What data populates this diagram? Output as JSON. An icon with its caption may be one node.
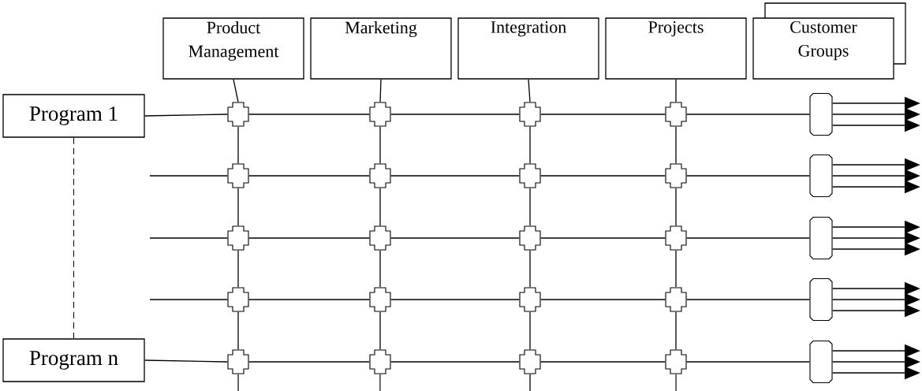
{
  "diagram": {
    "nodes": [
      {
        "text": [
          "Product Management"
        ]
      },
      {
        "text": [
          "Marketing"
        ]
      },
      {
        "text": [
          "Integration"
        ]
      },
      {
        "text": [
          "Projects"
        ]
      },
      {
        "text": [
          "Customer Groups"
        ]
      },
      {
        "text": [
          "Program 1"
        ]
      },
      {
        "text": [
          "Program n"
        ]
      },
      {
        "text": [],
        "shape": "cross"
      },
      {
        "text": [],
        "shape": "cross"
      },
      {
        "text": [],
        "shape": "cross"
      },
      {
        "text": [],
        "shape": "cross"
      },
      {
        "text": [],
        "shape": "octagon"
      },
      {
        "text": [],
        "shape": "cross"
      },
      {
        "text": [],
        "shape": "cross"
      },
      {
        "text": [],
        "shape": "cross"
      },
      {
        "text": [],
        "shape": "cross"
      },
      {
        "text": [],
        "shape": "octagon"
      },
      {
        "text": [],
        "shape": "cross"
      },
      {
        "text": [],
        "shape": "cross"
      },
      {
        "text": [],
        "shape": "cross"
      },
      {
        "text": [],
        "shape": "cross"
      },
      {
        "text": [],
        "shape": "octagon"
      },
      {
        "text": [],
        "shape": "cross"
      },
      {
        "text": [],
        "shape": "cross"
      },
      {
        "text": [],
        "shape": "cross"
      },
      {
        "text": [],
        "shape": "cross"
      },
      {
        "text": [],
        "shape": "octagon"
      },
      {
        "text": [],
        "shape": "cross"
      },
      {
        "text": [],
        "shape": "cross"
      },
      {
        "text": [],
        "shape": "cross"
      },
      {
        "text": [],
        "shape": "cross"
      },
      {
        "text": [],
        "shape": "octagon"
      },
      {
        "text": [],
        "shape": "box"
      }
    ],
    "edges": [
      {
        "from": 5,
        "to": 7,
        "arrow": "none"
      },
      {
        "from": 7,
        "to": 8,
        "arrow": "none"
      },
      {
        "from": 8,
        "to": 9,
        "arrow": "none"
      },
      {
        "from": 9,
        "to": 10,
        "arrow": "none"
      },
      {
        "from": 10,
        "to": 11,
        "arrow": "none"
      },
      {
        "from": 11,
        "to": null,
        "arrow": "to"
      },
      {
        "from": 11,
        "to": null,
        "arrow": "to"
      },
      {
        "from": 11,
        "to": null,
        "arrow": "to"
      },
      {
        "from": null,
        "to": 12,
        "arrow": "none"
      },
      {
        "from": 12,
        "to": 13,
        "arrow": "none"
      },
      {
        "from": 13,
        "to": 14,
        "arrow": "none"
      },
      {
        "from": 14,
        "to": 15,
        "arrow": "none"
      },
      {
        "from": 15,
        "to": 16,
        "arrow": "none"
      },
      {
        "from": 16,
        "to": null,
        "arrow": "to"
      },
      {
        "from": 16,
        "to": null,
        "arrow": "to"
      },
      {
        "from": 16,
        "to": null,
        "arrow": "to"
      },
      {
        "from": null,
        "to": 17,
        "arrow": "none"
      },
      {
        "from": 17,
        "to": 18,
        "arrow": "none"
      },
      {
        "from": 18,
        "to": 19,
        "arrow": "none"
      },
      {
        "from": 19,
        "to": 20,
        "arrow": "none"
      },
      {
        "from": 20,
        "to": 21,
        "arrow": "none"
      },
      {
        "from": 21,
        "to": null,
        "arrow": "to"
      },
      {
        "from": 21,
        "to": null,
        "arrow": "to"
      },
      {
        "from": 21,
        "to": null,
        "arrow": "to"
      },
      {
        "from": null,
        "to": 22,
        "arrow": "none"
      },
      {
        "from": 22,
        "to": 23,
        "arrow": "none"
      },
      {
        "from": 23,
        "to": 24,
        "arrow": "none"
      },
      {
        "from": 24,
        "to": 25,
        "arrow": "none"
      },
      {
        "from": 25,
        "to": 26,
        "arrow": "none"
      },
      {
        "from": 26,
        "to": null,
        "arrow": "to"
      },
      {
        "from": 26,
        "to": null,
        "arrow": "to"
      },
      {
        "from": 26,
        "to": null,
        "arrow": "to"
      },
      {
        "from": 6,
        "to": 27,
        "arrow": "none"
      },
      {
        "from": 27,
        "to": 28,
        "arrow": "none"
      },
      {
        "from": 28,
        "to": 29,
        "arrow": "none"
      },
      {
        "from": 29,
        "to": 30,
        "arrow": "none"
      },
      {
        "from": 30,
        "to": 31,
        "arrow": "none"
      },
      {
        "from": 31,
        "to": null,
        "arrow": "to"
      },
      {
        "from": 31,
        "to": null,
        "arrow": "to"
      },
      {
        "from": 31,
        "to": null,
        "arrow": "to"
      },
      {
        "from": 0,
        "to": 7,
        "arrow": "none"
      },
      {
        "from": 7,
        "to": 12,
        "arrow": "none"
      },
      {
        "from": 12,
        "to": 17,
        "arrow": "none"
      },
      {
        "from": 17,
        "to": 22,
        "arrow": "none"
      },
      {
        "from": 22,
        "to": 27,
        "arrow": "none"
      },
      {
        "from": 27,
        "to": null,
        "arrow": "none"
      },
      {
        "from": 1,
        "to": 8,
        "arrow": "none"
      },
      {
        "from": 8,
        "to": 13,
        "arrow": "none"
      },
      {
        "from": 13,
        "to": 18,
        "arrow": "none"
      },
      {
        "from": 18,
        "to": 23,
        "arrow": "none"
      },
      {
        "from": 23,
        "to": 28,
        "arrow": "none"
      },
      {
        "from": 28,
        "to": null,
        "arrow": "none"
      },
      {
        "from": 2,
        "to": 9,
        "arrow": "none"
      },
      {
        "from": 9,
        "to": 14,
        "arrow": "none"
      },
      {
        "from": 14,
        "to": 19,
        "arrow": "none"
      },
      {
        "from": 19,
        "to": 24,
        "arrow": "none"
      },
      {
        "from": 24,
        "to": 29,
        "arrow": "none"
      },
      {
        "from": 29,
        "to": null,
        "arrow": "none"
      },
      {
        "from": 3,
        "to": 10,
        "arrow": "none"
      },
      {
        "from": 10,
        "to": 15,
        "arrow": "none"
      },
      {
        "from": 15,
        "to": 20,
        "arrow": "none"
      },
      {
        "from": 20,
        "to": 25,
        "arrow": "none"
      },
      {
        "from": 25,
        "to": 30,
        "arrow": "none"
      },
      {
        "from": 30,
        "to": null,
        "arrow": "none"
      },
      {
        "from": 5,
        "to": 6,
        "arrow": "none",
        "style": "dashed"
      }
    ]
  }
}
